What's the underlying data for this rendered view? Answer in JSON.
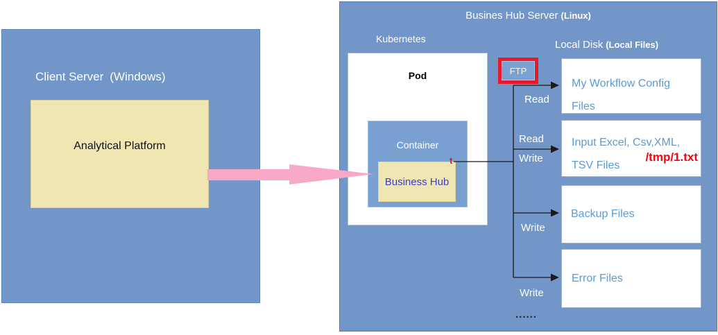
{
  "colors": {
    "panel_blue": "#7296C7",
    "panel_border": "#5279B0",
    "tan_fill": "#F0E6B2",
    "inner_blue": "#7AA0D2",
    "file_text_blue": "#5B9BD5",
    "business_hub_text": "#3D3DC8",
    "red_accent": "#E8192C",
    "red_text": "#FF0010",
    "pink_arrow": "#F8A9C7",
    "connector_black": "#1A1A1A"
  },
  "client_panel": {
    "title": "Client Server",
    "title_suffix": "(Windows)",
    "platform_label": "Analytical Platform"
  },
  "server_panel": {
    "title": "Busines Hub Server",
    "title_suffix": "(Linux)",
    "kubernetes_label": "Kubernetes",
    "local_disk_label": "Local Disk",
    "local_disk_suffix": "(Local Files)",
    "pod_label": "Pod",
    "container_label": "Container",
    "business_hub_label": "Business Hub",
    "business_hub_mark": "t",
    "ftp_label": "FTP",
    "ellipsis": "......",
    "flow_labels": [
      {
        "text": "Read"
      },
      {
        "text": "Read"
      },
      {
        "text": "Write"
      },
      {
        "text": "Write"
      },
      {
        "text": "Write"
      }
    ],
    "file_boxes": [
      {
        "line1": "My Workflow Config",
        "line2": "Files",
        "annotation": ""
      },
      {
        "line1": "Input Excel, Csv,XML,",
        "line2": "TSV Files",
        "annotation": "/tmp/1.txt"
      },
      {
        "line1": "Backup Files",
        "line2": "",
        "annotation": ""
      },
      {
        "line1": "Error Files",
        "line2": "",
        "annotation": ""
      }
    ]
  }
}
